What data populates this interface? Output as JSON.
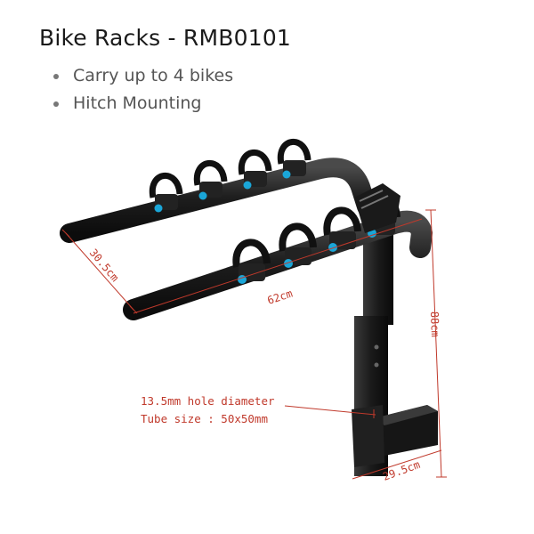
{
  "title": "Bike Racks - RMB0101",
  "features": [
    "Carry up to 4 bikes",
    "Hitch Mounting"
  ],
  "dimensions": {
    "depth": "30.5cm",
    "width": "62cm",
    "height": "88cm",
    "hitch_length": "29.5cm"
  },
  "notes": {
    "hole": "13.5mm hole diameter",
    "tube": "Tube size : 50x50mm"
  },
  "colors": {
    "dimension_line": "#c0392b",
    "frame": "#1c1c1c",
    "knob": "#1aa6d8"
  }
}
